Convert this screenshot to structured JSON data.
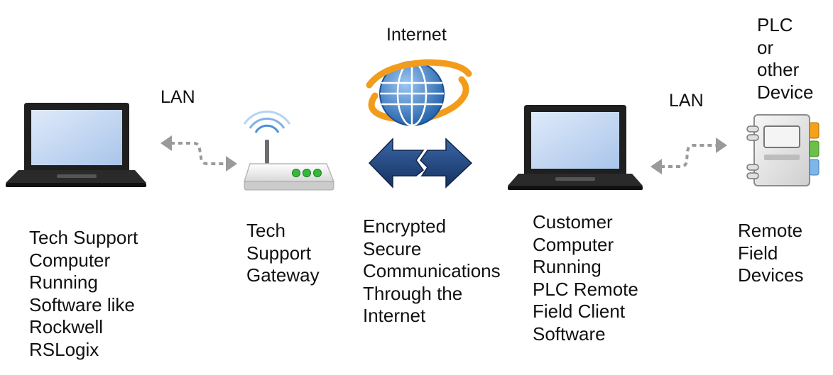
{
  "labels": {
    "lan_left": "LAN",
    "lan_right": "LAN",
    "internet": "Internet",
    "plc": "PLC\nor\nother\nDevice",
    "tech_computer": "Tech Support\nComputer\nRunning\nSoftware like\nRockwell\nRSLogix",
    "gateway": "Tech\nSupport\nGateway",
    "encrypted": "Encrypted\nSecure\nCommunications\nThrough the\nInternet",
    "customer_computer": "Customer\nComputer\nRunning\nPLC Remote\nField Client\nSoftware",
    "remote_devices": "Remote\nField\nDevices"
  },
  "icons": {
    "laptop_left": "laptop-icon",
    "router": "router-icon",
    "globe": "globe-icon",
    "arrows": "double-arrow-icon",
    "laptop_right": "laptop-icon",
    "device": "field-device-icon"
  },
  "colors": {
    "laptop_screen": "#bcd4f0",
    "laptop_body": "#1f1f1f",
    "router_led": "#35b93a",
    "globe_blue": "#2f6fb5",
    "ring_orange": "#f39c1b",
    "arrow_navy": "#1d3f7a",
    "dashed_gray": "#9a9a9a",
    "tab_orange": "#f5a21b",
    "tab_green": "#6cc04a",
    "tab_blue": "#7fb6e8"
  }
}
